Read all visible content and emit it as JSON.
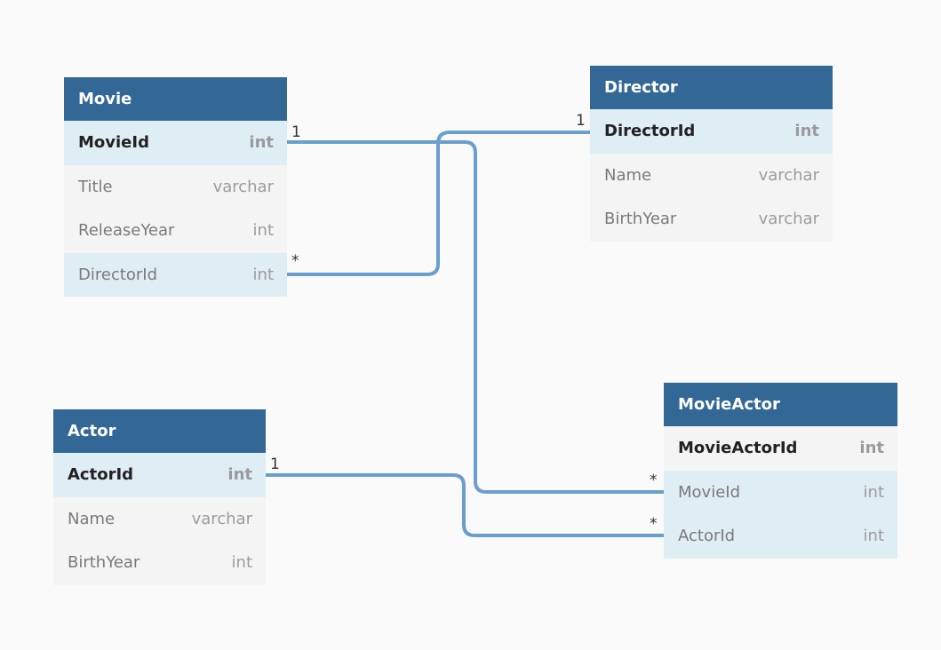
{
  "colors": {
    "header": "#336896",
    "row_highlight": "#dfedf5",
    "row_plain": "#f4f4f4",
    "link": "#6a9fcd",
    "background": "#fafafa"
  },
  "tables": {
    "movie": {
      "name": "Movie",
      "fields": [
        {
          "name": "MovieId",
          "type": "int",
          "pk": true,
          "highlight": true
        },
        {
          "name": "Title",
          "type": "varchar",
          "pk": false,
          "highlight": false
        },
        {
          "name": "ReleaseYear",
          "type": "int",
          "pk": false,
          "highlight": false
        },
        {
          "name": "DirectorId",
          "type": "int",
          "pk": false,
          "highlight": true
        }
      ]
    },
    "director": {
      "name": "Director",
      "fields": [
        {
          "name": "DirectorId",
          "type": "int",
          "pk": true,
          "highlight": true
        },
        {
          "name": "Name",
          "type": "varchar",
          "pk": false,
          "highlight": false
        },
        {
          "name": "BirthYear",
          "type": "varchar",
          "pk": false,
          "highlight": false
        }
      ]
    },
    "actor": {
      "name": "Actor",
      "fields": [
        {
          "name": "ActorId",
          "type": "int",
          "pk": true,
          "highlight": true
        },
        {
          "name": "Name",
          "type": "varchar",
          "pk": false,
          "highlight": false
        },
        {
          "name": "BirthYear",
          "type": "int",
          "pk": false,
          "highlight": false
        }
      ]
    },
    "movieactor": {
      "name": "MovieActor",
      "fields": [
        {
          "name": "MovieActorId",
          "type": "int",
          "pk": true,
          "highlight": false
        },
        {
          "name": "MovieId",
          "type": "int",
          "pk": false,
          "highlight": true
        },
        {
          "name": "ActorId",
          "type": "int",
          "pk": false,
          "highlight": true
        }
      ]
    }
  },
  "relationships": [
    {
      "from": "Movie.DirectorId",
      "to": "Director.DirectorId",
      "from_card": "*",
      "to_card": "1"
    },
    {
      "from": "Movie.MovieId",
      "to": "MovieActor.MovieId",
      "from_card": "1",
      "to_card": "*"
    },
    {
      "from": "Actor.ActorId",
      "to": "MovieActor.ActorId",
      "from_card": "1",
      "to_card": "*"
    }
  ]
}
